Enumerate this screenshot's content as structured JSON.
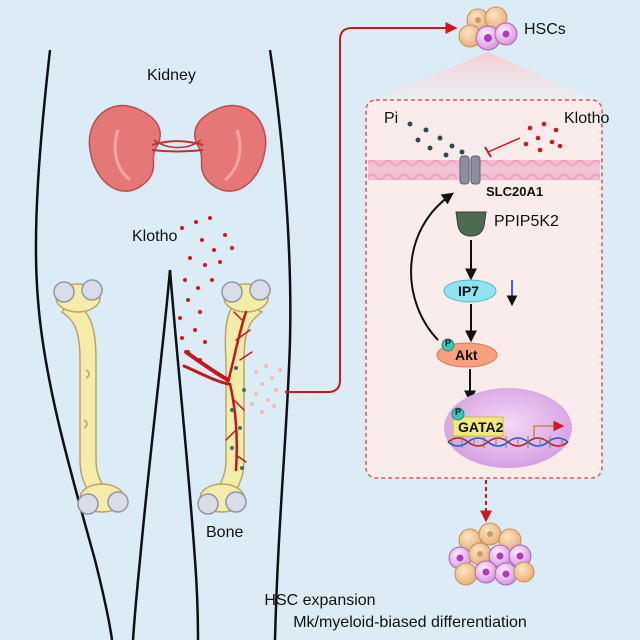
{
  "labels": {
    "kidney": "Kidney",
    "klotho_body": "Klotho",
    "bone": "Bone",
    "hscs": "HSCs",
    "pi": "Pi",
    "klotho_cell": "Klotho",
    "slc20a1": "SLC20A1",
    "ppip5k2": "PPIP5K2",
    "ip7": "IP7",
    "akt": "Akt",
    "gata2": "GATA2",
    "p_akt": "P",
    "p_gata2": "P"
  },
  "caption": {
    "line1": "HSC expansion",
    "line2": "Mk/myeloid-biased differentiation"
  },
  "indicators": {
    "ip7_change": "down"
  },
  "colors": {
    "background": "#dcecf6",
    "kidney": "#e57876",
    "bone": "#f5eca8",
    "blood_vessel": "#c8141c",
    "arrow_red": "#d4161c",
    "membrane": "#f3a9c4",
    "panel_fill": "#fbecec",
    "panel_border": "#d95a5a",
    "ip7_fill": "#8ee4f0",
    "akt_fill": "#f7a080",
    "nucleus_fill": "#e3b2ea",
    "gata2_fill": "#f3e97a",
    "down_arrow": "#2a54d6"
  }
}
